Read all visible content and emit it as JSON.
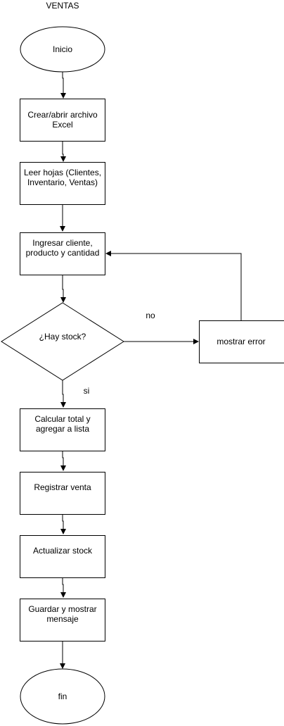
{
  "title": "VENTAS",
  "nodes": {
    "inicio": "Inicio",
    "crear_archivo": [
      "Crear/abrir archivo",
      "Excel"
    ],
    "leer_hojas": [
      "Leer hojas (Clientes,",
      "Inventario, Ventas)"
    ],
    "ingresar": [
      "Ingresar cliente,",
      "producto y cantidad"
    ],
    "decision": "¿Hay stock?",
    "mostrar_error": "mostrar error",
    "calcular": [
      "Calcular total y",
      "agregar a lista"
    ],
    "registrar": "Registrar venta",
    "actualizar": "Actualizar stock",
    "guardar": [
      "Guardar y mostrar",
      "mensaje"
    ],
    "fin": "fin"
  },
  "edge_labels": {
    "no": "no",
    "si": "si"
  }
}
